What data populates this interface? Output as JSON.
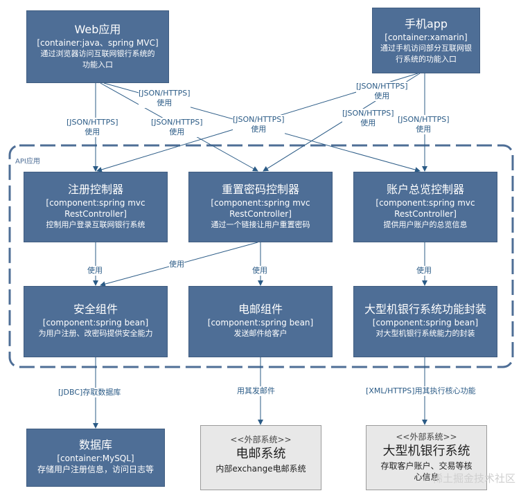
{
  "web_app": {
    "title": "Web应用",
    "stereotype": "[container:java、spring MVC]",
    "desc": "通过浏览器访问互联网银行系统的功能入口"
  },
  "mobile_app": {
    "title": "手机app",
    "stereotype": "[container:xamarin]",
    "desc": "通过手机访问部分互联网银行系统的功能入口"
  },
  "boundary": {
    "label": "API应用"
  },
  "components": {
    "register": {
      "title": "注册控制器",
      "stereotype": "[component:spring mvc RestController]",
      "desc": "控制用户登录互联网银行系统"
    },
    "reset": {
      "title": "重置密码控制器",
      "stereotype": "[component:spring mvc RestController]",
      "desc": "通过一个链接让用户重置密码"
    },
    "overview": {
      "title": "账户总览控制器",
      "stereotype": "[component:spring mvc RestController]",
      "desc": "提供用户账户的总览信息"
    },
    "security": {
      "title": "安全组件",
      "stereotype": "[component:spring bean]",
      "desc": "为用户注册、改密码提供安全能力"
    },
    "mail": {
      "title": "电邮组件",
      "stereotype": "[component:spring bean]",
      "desc": "发送邮件给客户"
    },
    "mainframe_facade": {
      "title": "大型机银行系统功能封装",
      "stereotype": "[component:spring bean]",
      "desc": "对大型机银行系统能力的封装"
    }
  },
  "database": {
    "title": "数据库",
    "stereotype": "[container:MySQL]",
    "desc": "存储用户注册信息，访问日志等"
  },
  "email_system": {
    "stereotype": "<<外部系统>>",
    "title": "电邮系统",
    "desc": "内部exchange电邮系统"
  },
  "mainframe_system": {
    "stereotype": "<<外部系统>>",
    "title": "大型机银行系统",
    "desc": "存取客户账户、交易等核心信息"
  },
  "edges": {
    "json_https": "[JSON/HTTPS]",
    "use": "使用",
    "jdbc": "[JDBC]存取数据库",
    "send_mail": "用其发邮件",
    "xml_https": "[XML/HTTPS]用其执行核心功能"
  },
  "watermark": "稀土掘金技术社区",
  "colors": {
    "container": "#4e6e96",
    "external": "#e8e8e8",
    "edge": "#2b5b86",
    "boundary": "#4e6e96"
  }
}
